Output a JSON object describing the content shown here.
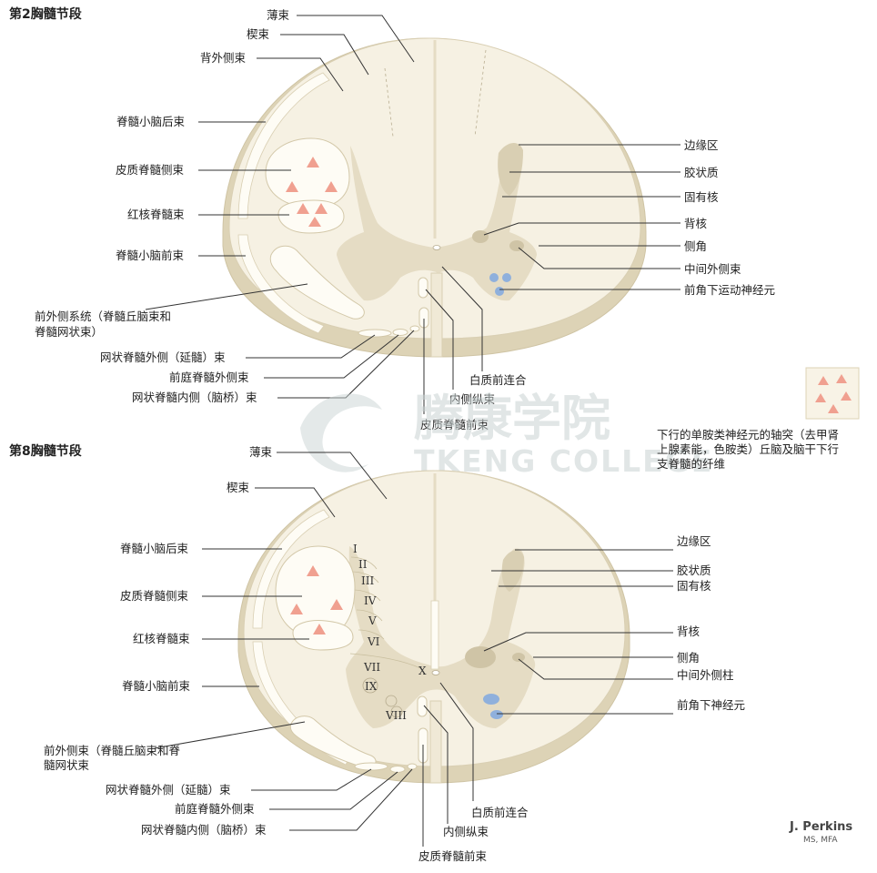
{
  "section_t2": {
    "title": "第2胸髓节段",
    "labels": {
      "fasciculus_gracilis": "薄束",
      "fasciculus_cuneatus": "楔束",
      "dorsolateral_fasciculus": "背外侧束",
      "posterior_spinocerebellar": "脊髓小脑后束",
      "lateral_corticospinal": "皮质脊髓侧束",
      "rubrospinal": "红核脊髓束",
      "anterior_spinocerebellar": "脊髓小脑前束",
      "anterolateral_system_1": "前外侧系统（脊髓丘脑束和",
      "anterolateral_system_2": "脊髓网状束）",
      "lateral_reticulospinal": "网状脊髓外侧（延髓）束",
      "lateral_vestibulospinal": "前庭脊髓外侧束",
      "medial_reticulospinal": "网状脊髓内侧（脑桥）束",
      "anterior_white_commissure": "白质前连合",
      "medial_longitudinal": "内侧纵束",
      "anterior_corticospinal": "皮质脊髓前束",
      "marginal_zone": "边缘区",
      "substantia_gelatinosa": "胶状质",
      "nucleus_proprius": "固有核",
      "dorsal_nucleus": "背核",
      "lateral_horn": "侧角",
      "intermediolateral_fasciculus": "中间外侧束",
      "ventral_motor_neurons": "前角下运动神经元"
    }
  },
  "section_t8": {
    "title": "第8胸髓节段",
    "labels": {
      "fasciculus_gracilis": "薄束",
      "fasciculus_cuneatus": "楔束",
      "posterior_spinocerebellar": "脊髓小脑后束",
      "lateral_corticospinal": "皮质脊髓侧束",
      "rubrospinal": "红核脊髓束",
      "anterior_spinocerebellar": "脊髓小脑前束",
      "anterolateral_system_1": "前外侧束（脊髓丘脑束和脊",
      "anterolateral_system_2": "髓网状束",
      "lateral_reticulospinal": "网状脊髓外侧（延髓）束",
      "lateral_vestibulospinal": "前庭脊髓外侧束",
      "medial_reticulospinal": "网状脊髓内侧（脑桥）束",
      "anterior_white_commissure": "白质前连合",
      "medial_longitudinal": "内侧纵束",
      "anterior_corticospinal": "皮质脊髓前束",
      "marginal_zone": "边缘区",
      "substantia_gelatinosa": "胶状质",
      "nucleus_proprius": "固有核",
      "dorsal_nucleus": "背核",
      "lateral_horn": "侧角",
      "intermediolateral_column": "中间外侧柱",
      "ventral_horn_neurons": "前角下神经元"
    },
    "laminae": [
      "I",
      "II",
      "III",
      "IV",
      "V",
      "VI",
      "VII",
      "VIII",
      "IX",
      "X"
    ]
  },
  "legend": {
    "line1": "下行的单胺类神经元的轴突（去甲肾",
    "line2": "上腺素能，色胺类）丘脑及脑干下行",
    "line3": "支脊髓的纤维"
  },
  "watermark": {
    "cn": "腾康学院",
    "en": "TKENG COLLEGE"
  },
  "signature": {
    "name": "J. Perkins",
    "credentials": "MS, MFA"
  },
  "colors": {
    "white_matter": "#f6f1e3",
    "gray_matter": "#e5dcc4",
    "rim": "#ddd3b6",
    "tract_fill": "#fefcf5",
    "triangle": "#f0a090",
    "motor_neuron": "#8fb0dc",
    "dorsal_nucleus_fill": "#cfc4a6"
  }
}
